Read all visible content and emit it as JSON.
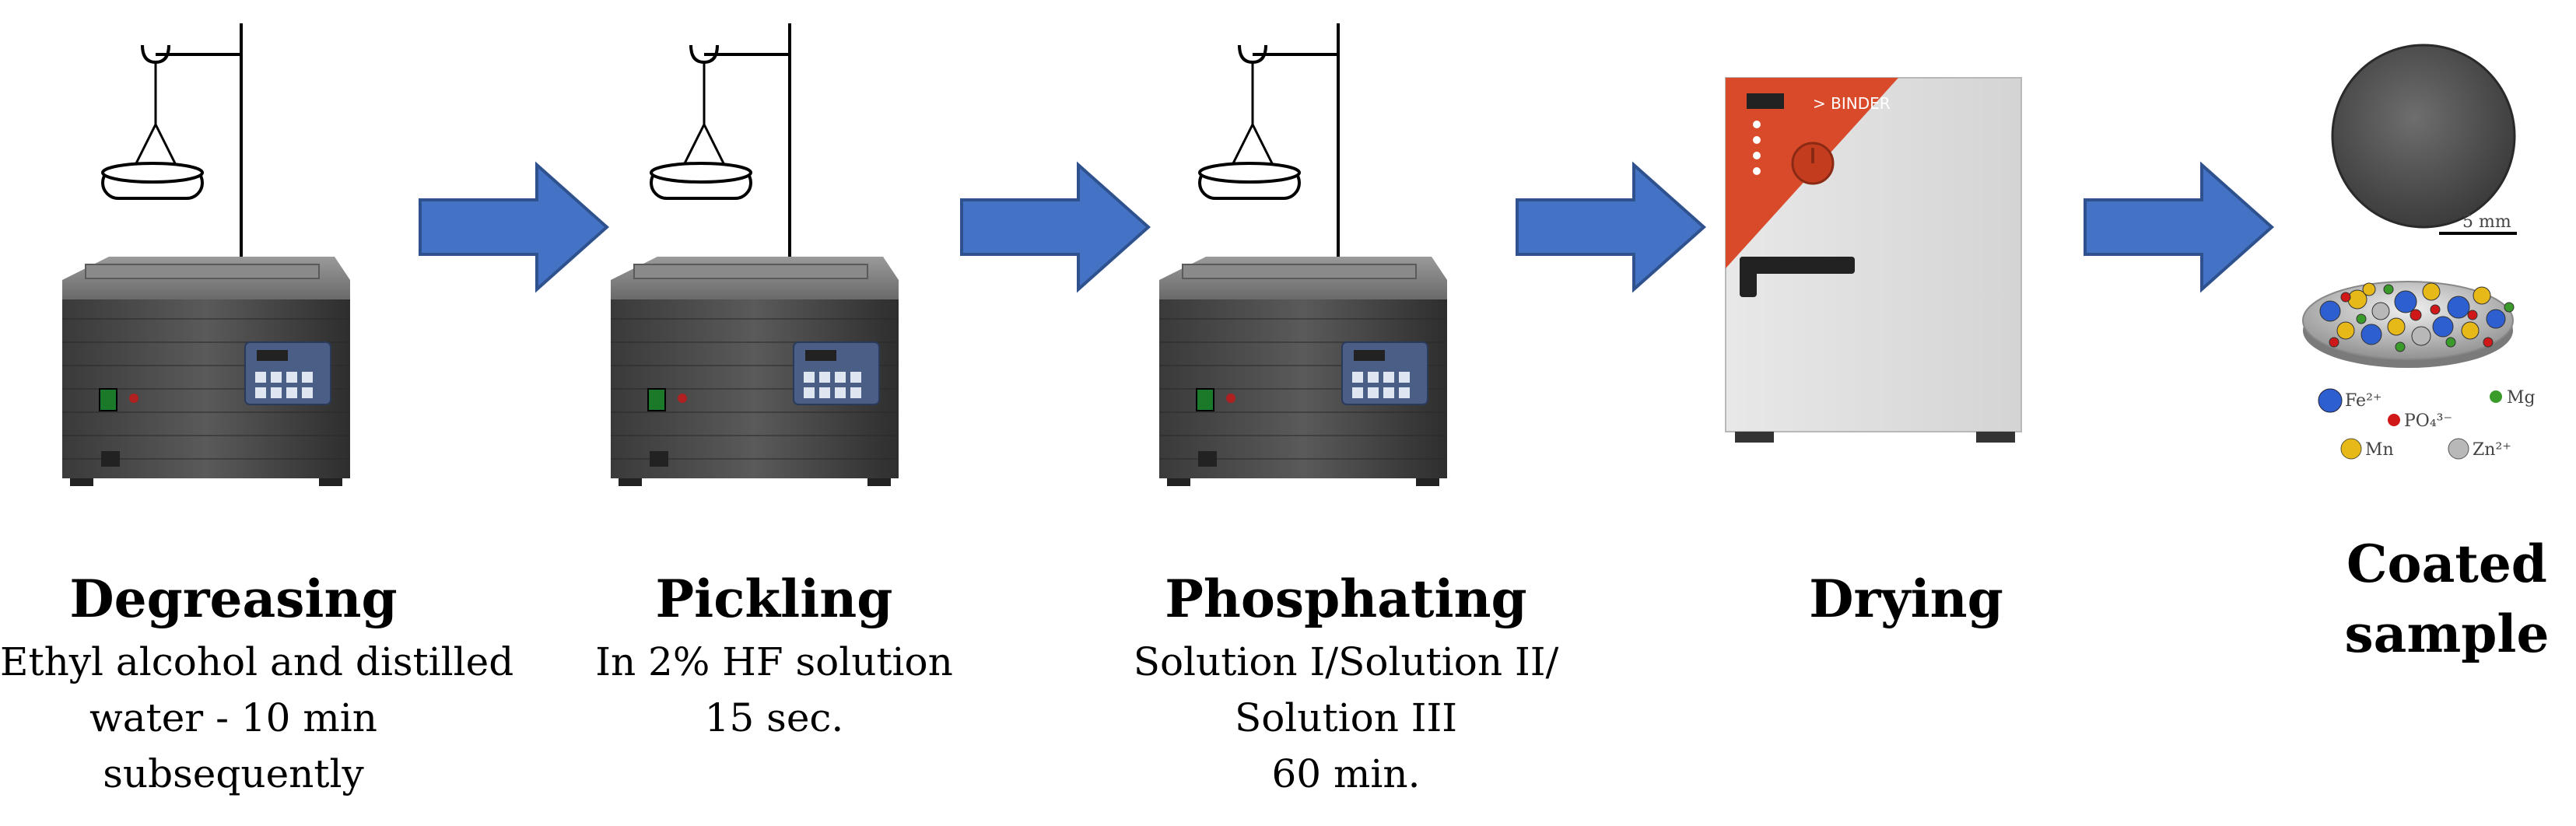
{
  "steps": [
    {
      "title": "Degreasing",
      "lines": [
        "Ethyl alcohol and distilled",
        "water - 10 min",
        "subsequently"
      ]
    },
    {
      "title": "Pickling",
      "lines": [
        "In 2% HF solution",
        "15 sec."
      ]
    },
    {
      "title": "Phosphating",
      "lines": [
        "Solution I/Solution II/",
        "Solution III",
        "60 min."
      ]
    },
    {
      "title": "Drying",
      "lines": []
    },
    {
      "title_lines": [
        "Coated",
        "sample"
      ]
    }
  ],
  "oven_brand": "> BINDER",
  "scale_bar_label": "5 mm",
  "legend": {
    "fe": "Fe²⁺",
    "po4": "PO₄³⁻",
    "mg": "Mg",
    "mn": "Mn",
    "zn": "Zn²⁺"
  },
  "colors": {
    "arrow": "#4472c4",
    "arrow_border": "#2f528f",
    "oven_accent": "#d94a2a",
    "fe": "#2e5fd0",
    "po4": "#d01818",
    "mg": "#3a9a2a",
    "mn": "#e6b818",
    "zn": "#b8b8b8"
  }
}
